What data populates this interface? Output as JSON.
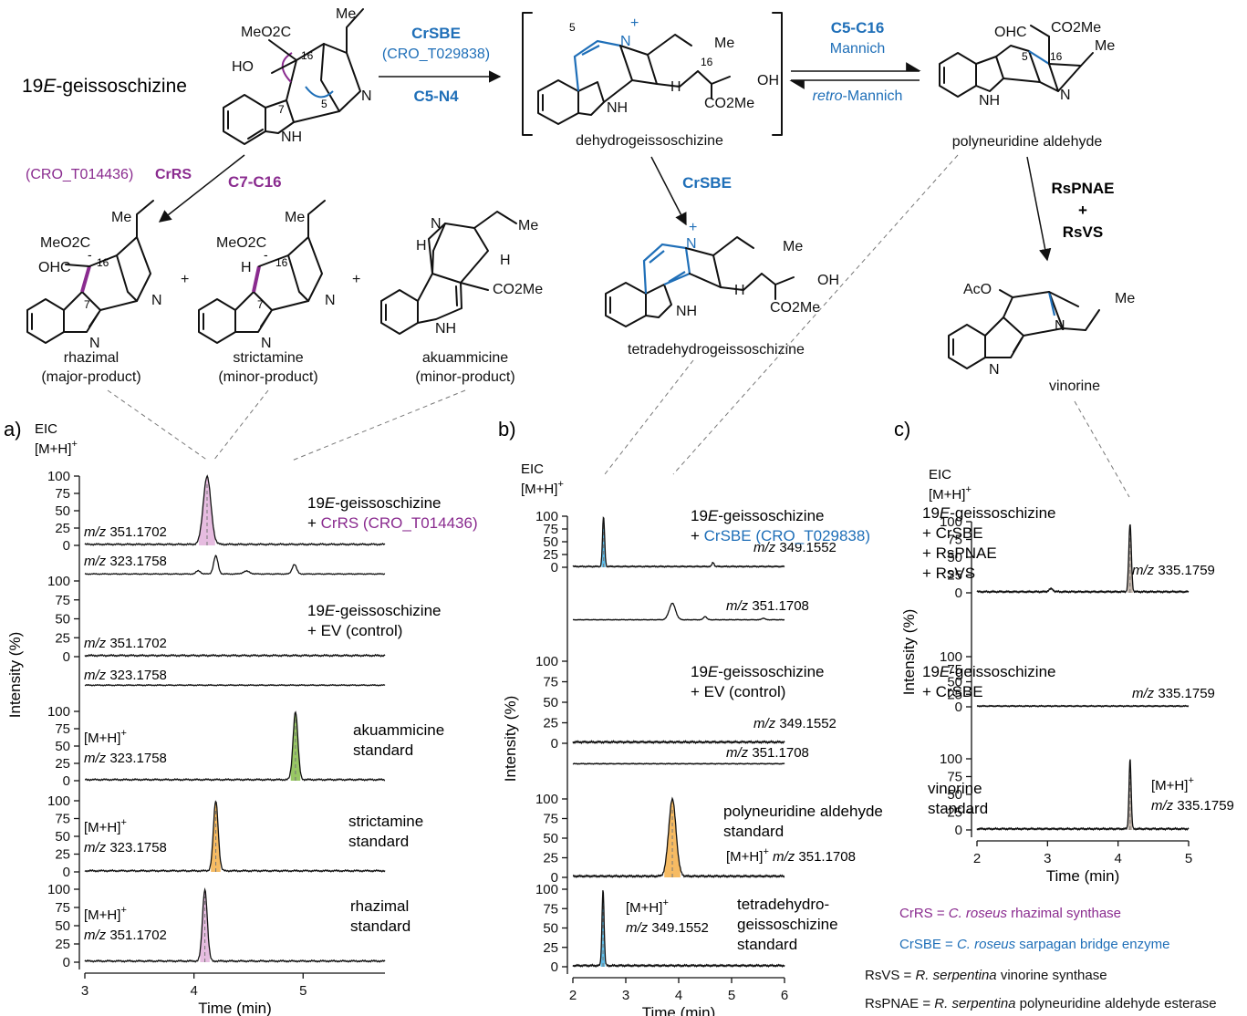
{
  "scheme": {
    "substrate": {
      "prefix": "19",
      "ital": "E",
      "rest": "-geissoschizine"
    },
    "enzyme_sbe": "CrSBE",
    "enzyme_sbe_id": "(CRO_T029838)",
    "bond_c5n4": "C5-N4",
    "bond_c5c16": "C5-C16",
    "mannich": "Mannich",
    "retro_ital": "retro",
    "retro_rest": "-Mannich",
    "enzyme_rs_id": "(CRO_T014436)",
    "enzyme_rs": "CrRS",
    "bond_c7c16": "C7-C16",
    "enzyme_sbe2": "CrSBE",
    "enzyme_pnae": "RsPNAE",
    "plus": "+",
    "enzyme_vs": "RsVS",
    "compounds": {
      "dehydro": "dehydrogeissoschizine",
      "polyneuridine": "polyneuridine aldehyde",
      "tetradehydro": "tetradehydrogeissoschizine",
      "rhazimal": "rhazimal",
      "rhazimal_note": "(major-product)",
      "strictamine": "strictamine",
      "strictamine_note": "(minor-product)",
      "akuammicine": "akuammicine",
      "akuammicine_note": "(minor-product)",
      "vinorine": "vinorine"
    },
    "atoms": {
      "me": "Me",
      "meo2c": "MeO2C",
      "ho": "HO",
      "n": "N",
      "nh": "NH",
      "h": "H",
      "co2me": "CO2Me",
      "oh": "OH",
      "ohc": "OHC",
      "aco": "AcO",
      "plus_charge": "+",
      "n16": "16",
      "n5": "5",
      "n7": "7",
      "minus": "-"
    }
  },
  "panels": {
    "a_label": "a)",
    "b_label": "b)",
    "c_label": "c)",
    "eic": "EIC",
    "mh": "[M+H]",
    "mh_sup": "+",
    "y_axis": "Intensity (%)",
    "x_axis": "Time (min)",
    "mz_prefix": "m/z"
  },
  "chart_data": [
    {
      "type": "line",
      "panel": "a",
      "x_ticks": [
        3,
        4,
        5
      ],
      "xlim": [
        3.0,
        5.75
      ],
      "y_ticks": [
        0,
        25,
        50,
        75,
        100
      ],
      "ylim": [
        0,
        100
      ],
      "traces": [
        {
          "mz": "351.1702",
          "peaks": [
            {
              "rt": 4.12,
              "height": 98,
              "width": 0.035
            }
          ],
          "color": "#e3b5dd",
          "label_lines": [
            "19E-geissoschizine",
            "+ CrRS (CRO_T014436)"
          ]
        },
        {
          "mz": "323.1758",
          "peaks": [
            {
              "rt": 4.04,
              "height": 8,
              "width": 0.02
            },
            {
              "rt": 4.2,
              "height": 45,
              "width": 0.02
            },
            {
              "rt": 4.48,
              "height": 7,
              "width": 0.03
            },
            {
              "rt": 4.92,
              "height": 24,
              "width": 0.02
            }
          ]
        },
        {
          "mz": "351.1702",
          "peaks": [],
          "label_lines": [
            "19E-geissoschizine",
            "+ EV (control)"
          ]
        },
        {
          "mz": "323.1758",
          "peaks": []
        },
        {
          "mz": "323.1758",
          "peaks": [
            {
              "rt": 4.93,
              "height": 98,
              "width": 0.022
            }
          ],
          "color": "#8dc153",
          "label_lines": [
            "akuammicine",
            "standard"
          ]
        },
        {
          "mz": "323.1758",
          "peaks": [
            {
              "rt": 4.2,
              "height": 98,
              "width": 0.022
            }
          ],
          "color": "#f5b452",
          "label_lines": [
            "strictamine",
            "standard"
          ]
        },
        {
          "mz": "351.1702",
          "peaks": [
            {
              "rt": 4.1,
              "height": 98,
              "width": 0.022
            }
          ],
          "color": "#e3b5dd",
          "label_lines": [
            "rhazimal",
            "standard"
          ]
        }
      ]
    },
    {
      "type": "line",
      "panel": "b",
      "x_ticks": [
        2,
        3,
        4,
        5,
        6
      ],
      "xlim": [
        2.0,
        6.0
      ],
      "y_ticks": [
        0,
        25,
        50,
        75,
        100
      ],
      "ylim": [
        0,
        100
      ],
      "traces": [
        {
          "mz": "349.1552",
          "peaks": [
            {
              "rt": 2.58,
              "height": 97,
              "width": 0.02
            },
            {
              "rt": 4.65,
              "height": 8,
              "width": 0.02
            }
          ],
          "color": "#4fb6e6",
          "label_lines": [
            "19E-geissoschizine",
            "+ CrSBE (CRO_T029838)"
          ]
        },
        {
          "mz": "351.1708",
          "peaks": [
            {
              "rt": 3.88,
              "height": 60,
              "width": 0.06
            },
            {
              "rt": 4.5,
              "height": 12,
              "width": 0.03
            },
            {
              "rt": 5.6,
              "height": 6,
              "width": 0.03
            }
          ]
        },
        {
          "mz": "349.1552",
          "peaks": [],
          "label_lines": [
            "19E-geissoschizine",
            "+ EV (control)"
          ]
        },
        {
          "mz": "351.1708",
          "peaks": []
        },
        {
          "mz": "351.1708",
          "peaks": [
            {
              "rt": 3.88,
              "height": 98,
              "width": 0.07
            }
          ],
          "color": "#f5b452",
          "label_lines": [
            "polyneuridine aldehyde",
            "standard"
          ]
        },
        {
          "mz": "349.1552",
          "peaks": [
            {
              "rt": 2.57,
              "height": 98,
              "width": 0.02
            }
          ],
          "color": "#4fb6e6",
          "label_lines": [
            "tetradehydro-",
            "geissoschizine",
            "standard"
          ]
        }
      ]
    },
    {
      "type": "line",
      "panel": "c",
      "x_ticks": [
        2,
        3,
        4,
        5
      ],
      "xlim": [
        2.0,
        5.0
      ],
      "y_ticks": [
        0,
        25,
        50,
        75,
        100
      ],
      "ylim": [
        0,
        100
      ],
      "traces": [
        {
          "mz": "335.1759",
          "peaks": [
            {
              "rt": 3.05,
              "height": 4,
              "width": 0.03
            },
            {
              "rt": 4.17,
              "height": 95,
              "width": 0.018
            }
          ],
          "color": "#bcaea3",
          "label_lines": [
            "19E-geissoschizine",
            "+ CrSBE",
            "+ RsPNAE",
            "+ RsVS"
          ]
        },
        {
          "mz": "335.1759",
          "peaks": [],
          "label_lines": [
            "19E-geissoschizine",
            "+ CrSBE"
          ]
        },
        {
          "mz": "335.1759",
          "peaks": [
            {
              "rt": 4.17,
              "height": 98,
              "width": 0.015
            }
          ],
          "color": "#bcaea3",
          "label_lines": [
            "vinorine",
            "standard"
          ]
        }
      ]
    }
  ],
  "legend": [
    {
      "abbr": "CrRS",
      "eq": " = ",
      "genus": "C. roseus",
      "rest": " rhazimal synthase",
      "color": "#8a2b8f"
    },
    {
      "abbr": "CrSBE",
      "eq": " = ",
      "genus": "C. roseus",
      "rest": " sarpagan bridge enzyme",
      "color": "#1f6fb8"
    },
    {
      "abbr": "RsVS",
      "eq": " = ",
      "genus": "R. serpentina",
      "rest": " vinorine synthase",
      "color": "#111111"
    },
    {
      "abbr": "RsPNAE",
      "eq": " = ",
      "genus": "R. serpentina",
      "rest": " polyneuridine aldehyde esterase",
      "color": "#111111"
    }
  ]
}
